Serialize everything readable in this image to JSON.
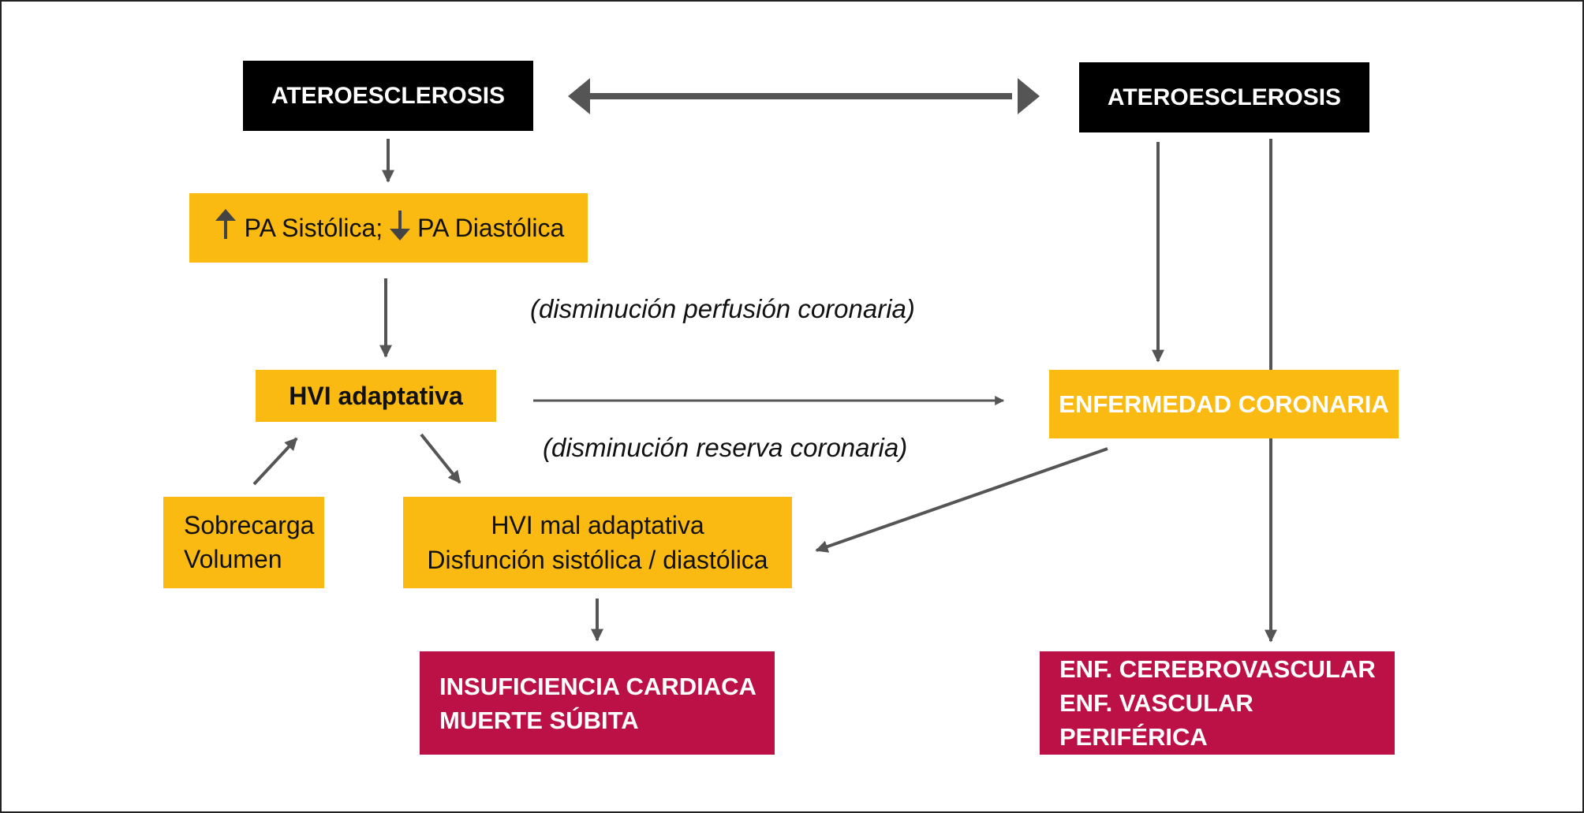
{
  "nodes": {
    "atero_left": "ATEROESCLEROSIS",
    "atero_right": "ATEROESCLEROSIS",
    "pa": {
      "systolic": "PA Sistólica;",
      "diastolic": "PA Diastólica"
    },
    "hvi_adaptativa": "HVI adaptativa",
    "sobrecarga": {
      "line1": "Sobrecarga",
      "line2": "Volumen"
    },
    "hvi_mal": {
      "line1": "HVI mal adaptativa",
      "line2": "Disfunción sistólica / diastólica"
    },
    "enfermedad_coronaria": "ENFERMEDAD CORONARIA",
    "insuficiencia": {
      "line1": "INSUFICIENCIA CARDIACA",
      "line2": "MUERTE SÚBITA"
    },
    "enf_cerebro": {
      "line1": "ENF. CEREBROVASCULAR",
      "line2": "ENF. VASCULAR PERIFÉRICA"
    }
  },
  "annotations": {
    "perfusion": "(disminución perfusión coronaria)",
    "reserva": "(disminución reserva coronaria)"
  },
  "icons": {
    "pa_systolic": "up-arrow-icon",
    "pa_diastolic": "down-arrow-icon"
  },
  "colors": {
    "black_box": "#000000",
    "yellow_box": "#fbba11",
    "red_box": "#bc1146",
    "arrow": "#555555"
  }
}
